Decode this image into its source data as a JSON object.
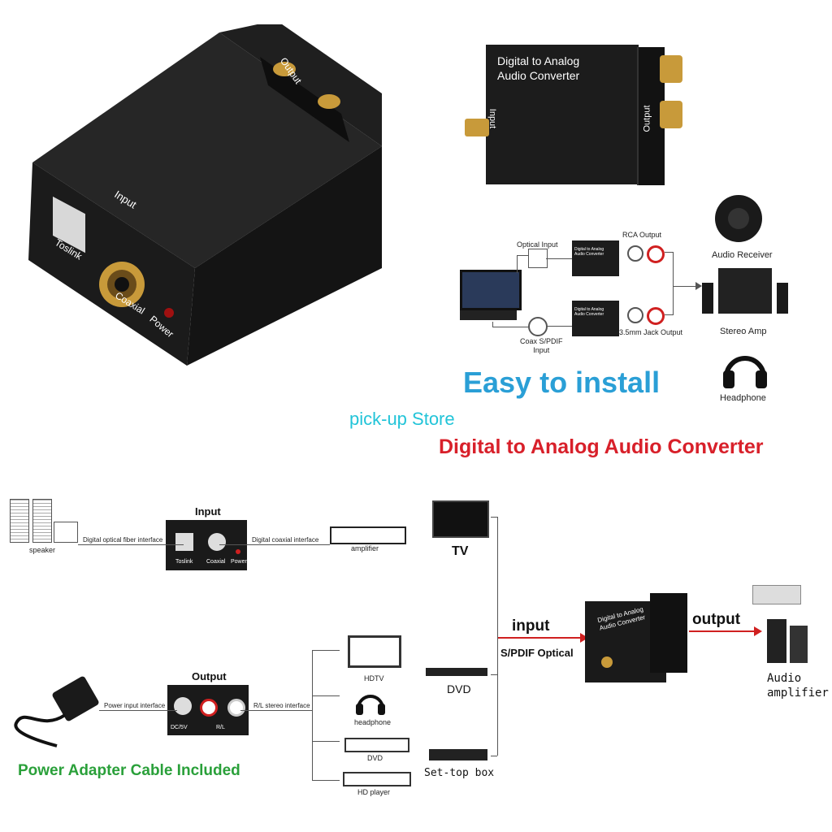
{
  "hero": {
    "title_line1": "Digital to Analog",
    "title_line2": "Audio Converter",
    "input_label": "Input",
    "output_label": "Output",
    "toslink_label": "Toslink",
    "coaxial_label": "Coaxial",
    "power_label": "Power"
  },
  "top_right_device": {
    "title_line1": "Digital  to Analog",
    "title_line2": "Audio Converter",
    "input_label": "Input",
    "output_label": "Output"
  },
  "install_diagram": {
    "optical_input": "Optical Input",
    "rca_output": "RCA Output",
    "coax_input_line1": "Coax S/PDIF",
    "coax_input_line2": "Input",
    "jack_output": "3.5mm Jack Output",
    "audio_receiver": "Audio Receiver",
    "stereo_amp": "Stereo Amp",
    "headphone": "Headphone",
    "mini_title": "Digital to Analog Audio Converter"
  },
  "banners": {
    "easy_install": "Easy to install",
    "store": "pick-up Store",
    "product_title": "Digital to Analog Audio Converter",
    "power_adapter": "Power Adapter Cable Included"
  },
  "input_panel": {
    "title": "Input",
    "toslink": "Toslink",
    "coaxial": "Coaxial",
    "power": "Power",
    "optical_interface": "Digital optical fiber interface",
    "coaxial_interface": "Digital coaxial interface",
    "speaker": "speaker",
    "amplifier": "amplifier"
  },
  "output_panel": {
    "title": "Output",
    "dc5v": "DC/5V",
    "rl": "R/L",
    "power_interface": "Power input interface",
    "stereo_interface": "R/L stereo interface",
    "hdtv": "HDTV",
    "headphone": "headphone",
    "dvd": "DVD",
    "hd_player": "HD player"
  },
  "sources": {
    "tv": "TV",
    "dvd": "DVD",
    "settop": "Set-top box",
    "input": "input",
    "spdif": "S/PDIF Optical",
    "output": "output",
    "audio_line1": "Audio",
    "audio_line2": "amplifier",
    "device_line1": "Digital to Analog",
    "device_line2": "Audio Converter"
  },
  "colors": {
    "install_blue": "#2a9fd6",
    "store_cyan": "#22c4d8",
    "title_red": "#d8202a",
    "adapter_green": "#2aa03a",
    "arrow_red": "#d02020",
    "gold": "#c89a3a"
  }
}
